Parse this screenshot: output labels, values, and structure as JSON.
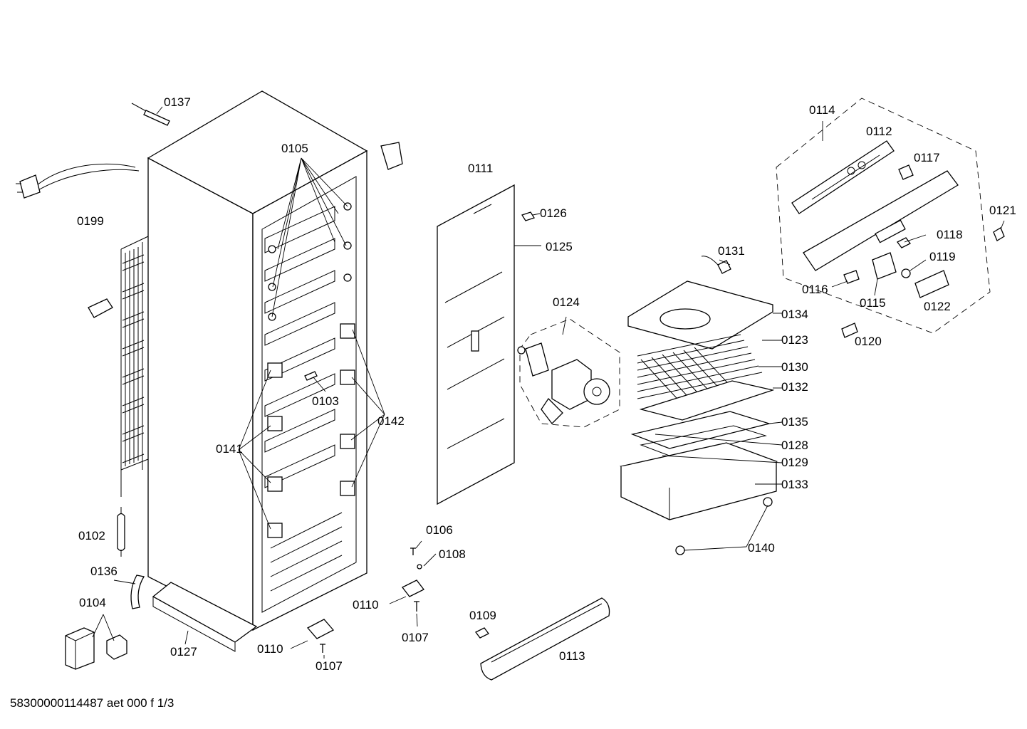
{
  "document_id": "58300000114487 aet 000 f 1/3",
  "labels": [
    "0137",
    "0105",
    "0199",
    "0111",
    "0126",
    "0125",
    "0124",
    "0131",
    "0114",
    "0112",
    "0117",
    "0121",
    "0118",
    "0119",
    "0116",
    "0115",
    "0122",
    "0120",
    "0134",
    "0123",
    "0130",
    "0132",
    "0135",
    "0128",
    "0129",
    "0133",
    "0140",
    "0103",
    "0142",
    "0141",
    "0102",
    "0136",
    "0104",
    "0127",
    "0110",
    "0107",
    "0106",
    "0108",
    "0110",
    "0107",
    "0109",
    "0113"
  ]
}
